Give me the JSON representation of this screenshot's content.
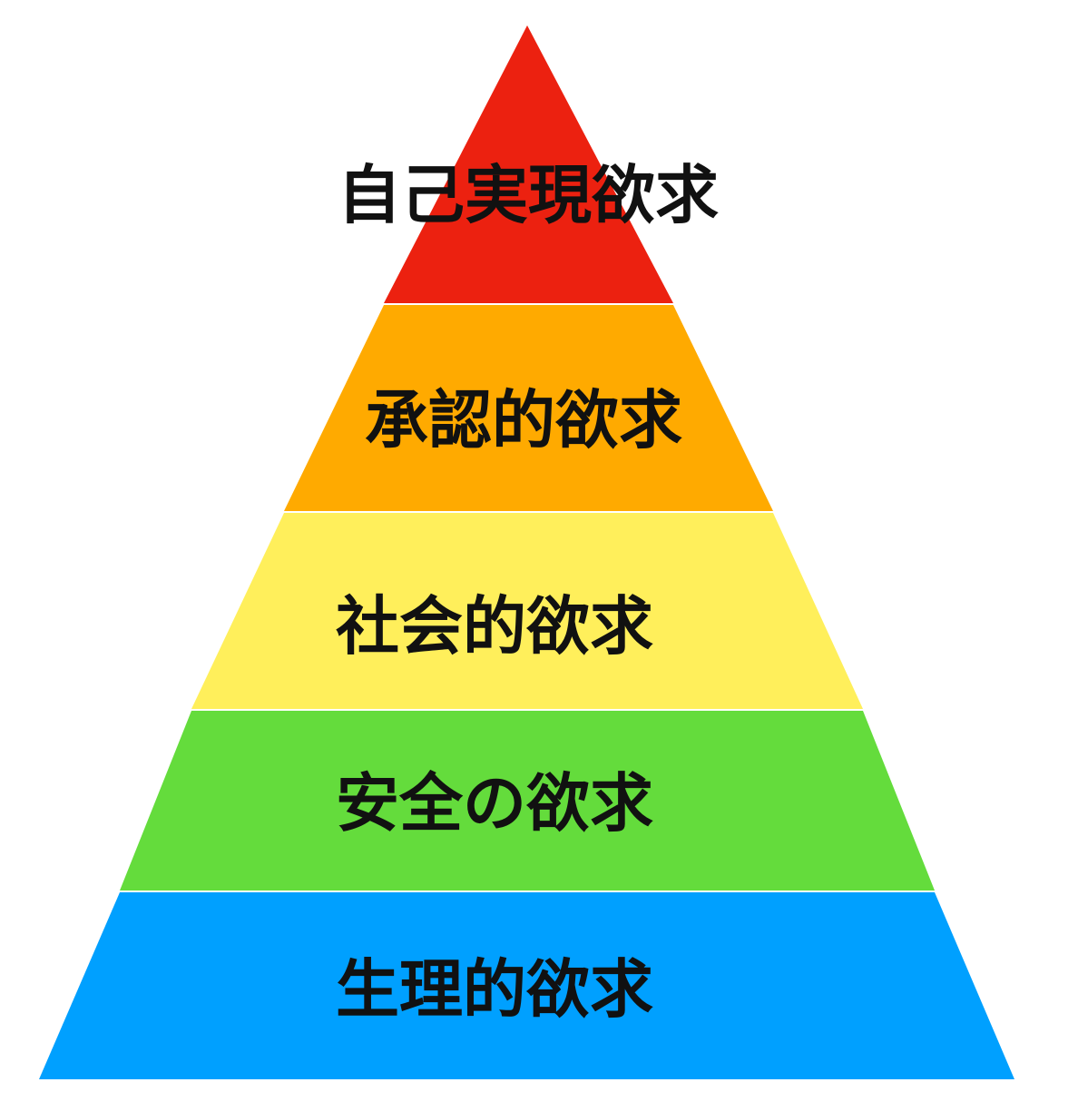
{
  "pyramid": {
    "levels": [
      {
        "label": "自己実現欲求",
        "color": "#EC2110"
      },
      {
        "label": "承認的欲求",
        "color": "#FFAA00"
      },
      {
        "label": "社会的欲求",
        "color": "#FFEF5B"
      },
      {
        "label": "安全の欲求",
        "color": "#64DC3C"
      },
      {
        "label": "生理的欲求",
        "color": "#00A0FF"
      }
    ]
  }
}
